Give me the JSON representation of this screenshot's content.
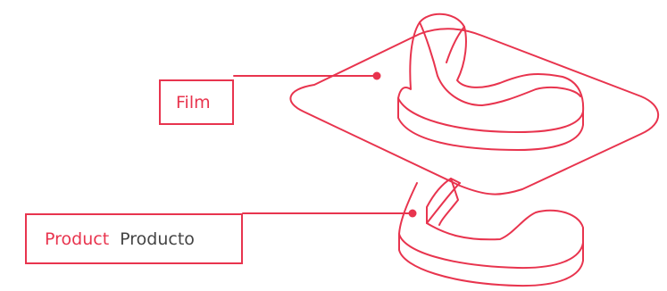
{
  "labels": {
    "film": "Film",
    "product_primary": "Product",
    "product_secondary": "Producto"
  },
  "colors": {
    "accent": "#e8344e",
    "secondary_text": "#444444",
    "background": "#ffffff"
  }
}
